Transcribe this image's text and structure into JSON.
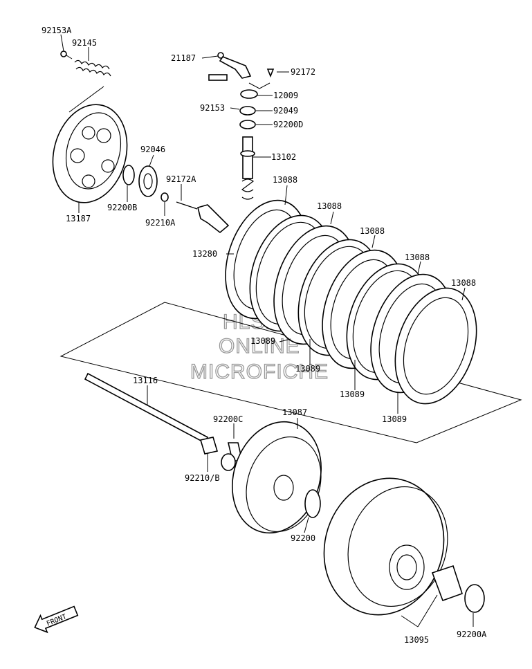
{
  "watermark": {
    "line1": "HLSM'S",
    "line2": "ONLINE",
    "line3": "MICROFICHE"
  },
  "front_arrow": {
    "label": "FRONT"
  },
  "labels": {
    "p92153A": "92153A",
    "p92145": "92145",
    "p21187": "21187",
    "p92172": "92172",
    "p12009": "12009",
    "p92153": "92153",
    "p92049": "92049",
    "p92200D": "92200D",
    "p92046": "92046",
    "p13102": "13102",
    "p92172A": "92172A",
    "p13088a": "13088",
    "p92200B": "92200B",
    "p13187": "13187",
    "p92210A": "92210A",
    "p13088b": "13088",
    "p13088c": "13088",
    "p13280": "13280",
    "p13088d": "13088",
    "p13088e": "13088",
    "p13089a": "13089",
    "p13089b": "13089",
    "p13089c": "13089",
    "p13089d": "13089",
    "p13116": "13116",
    "p92200C": "92200C",
    "p13087": "13087",
    "p92210B": "92210/B",
    "p92200": "92200",
    "p13095": "13095",
    "p92200A": "92200A"
  }
}
